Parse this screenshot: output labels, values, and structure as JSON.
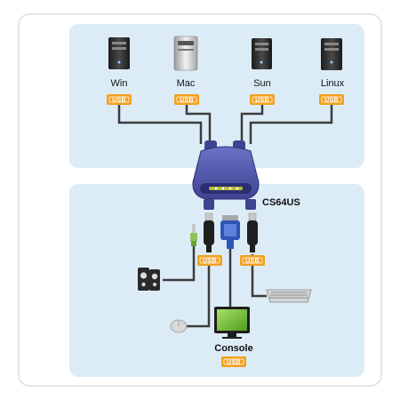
{
  "computers": [
    {
      "name": "win",
      "label": "Win"
    },
    {
      "name": "mac",
      "label": "Mac"
    },
    {
      "name": "sun",
      "label": "Sun"
    },
    {
      "name": "linux",
      "label": "Linux"
    }
  ],
  "usb_label": "USB",
  "device_label": "CS64US",
  "console": {
    "label": "Console",
    "usb_label": "USB"
  },
  "colors": {
    "panel": "#dcecf7",
    "usb_badge": "#f2a01f",
    "device": "#4f55a8",
    "cable": "#3c3c3c",
    "monitor_screen": "#79c23a"
  }
}
